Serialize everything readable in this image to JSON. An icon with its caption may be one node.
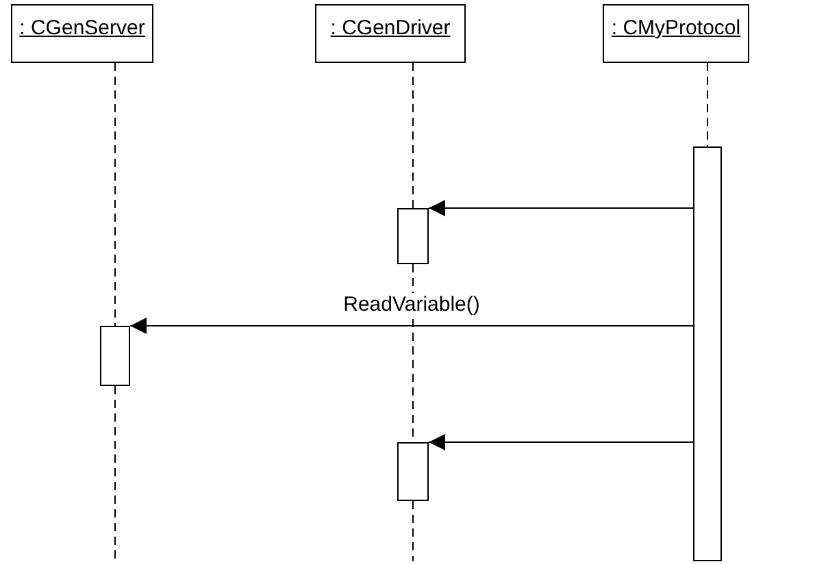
{
  "diagram": {
    "nodes": [
      {
        "text": [
          ": CGenServer"
        ]
      },
      {
        "text": [
          ": CGenDriver"
        ]
      },
      {
        "text": [
          ": CMyProtocol"
        ]
      },
      {
        "text": [],
        "shape": "bar"
      },
      {
        "text": [],
        "shape": "bar"
      },
      {
        "text": [],
        "shape": "bar"
      },
      {
        "text": [],
        "shape": "bar"
      }
    ],
    "edges": [
      {
        "from": 3,
        "to": 4,
        "arrow": "to"
      },
      {
        "from": 3,
        "to": 5,
        "arrow": "to",
        "label": "ReadVariable()"
      },
      {
        "from": 3,
        "to": 6,
        "arrow": "to"
      },
      {
        "from": 0,
        "to": 5,
        "arrow": "none",
        "style": "dashed"
      },
      {
        "from": 5,
        "to": null,
        "arrow": "none",
        "style": "dashed"
      },
      {
        "from": 1,
        "to": 4,
        "arrow": "none",
        "style": "dashed"
      },
      {
        "from": 4,
        "to": 6,
        "arrow": "none",
        "style": "dashed"
      },
      {
        "from": 6,
        "to": null,
        "arrow": "none",
        "style": "dashed"
      },
      {
        "from": 2,
        "to": 3,
        "arrow": "none",
        "style": "dashed"
      }
    ]
  }
}
